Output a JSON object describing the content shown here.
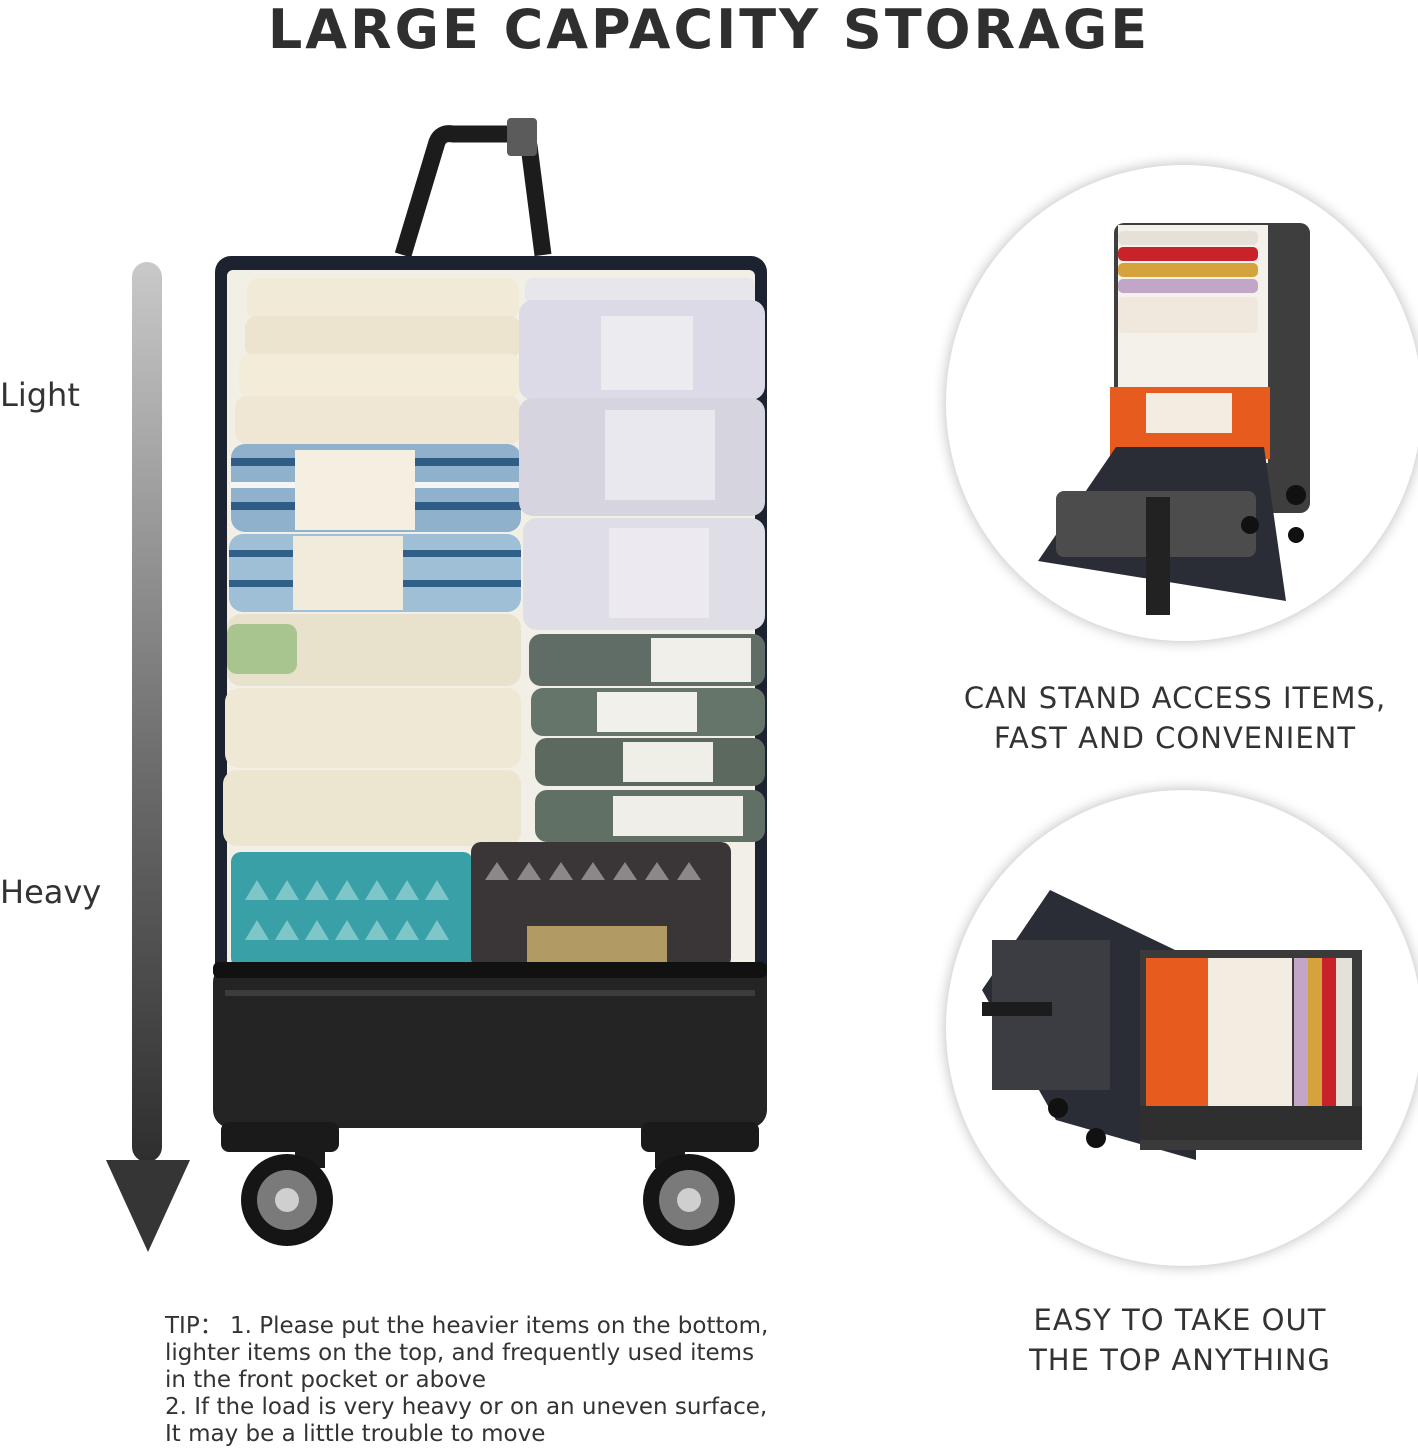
{
  "title": "LARGE CAPACITY STORAGE",
  "load_labels": {
    "light": "Light",
    "heavy": "Heavy"
  },
  "captions": {
    "stand": {
      "line1": "CAN STAND ACCESS ITEMS,",
      "line2": "FAST AND CONVENIENT"
    },
    "top": {
      "line1": "EASY TO TAKE OUT",
      "line2": "THE TOP ANYTHING"
    }
  },
  "tip": {
    "line1": "TIP：  1. Please put the heavier items on the bottom,",
    "line2": "lighter items on the top, and frequently used items",
    "line3": "in the front pocket or above",
    "line4": "2. If the load is very heavy or on an uneven surface,",
    "line5": "It may be a little trouble to move"
  },
  "colors": {
    "arrow": "#3a3a3a",
    "luggage_shell": "#232323",
    "accent_orange": "#e65a1f"
  },
  "icons": {
    "weight_arrow": "down-arrow-icon"
  }
}
